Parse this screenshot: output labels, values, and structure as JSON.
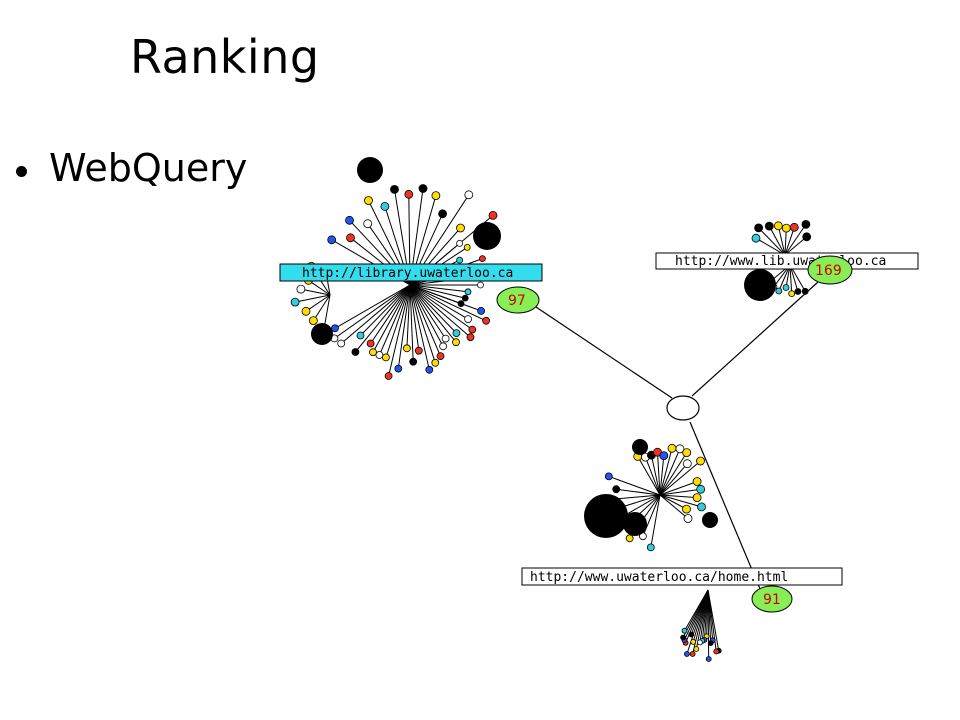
{
  "slide": {
    "title": "Ranking",
    "bullets": [
      {
        "text": "WebQuery"
      }
    ]
  },
  "graph": {
    "clusters": [
      {
        "url": "http://library.uwaterloo.ca",
        "count": "97",
        "label_bg": "#33ddee"
      },
      {
        "url": "http://www.lib.uwaterloo.ca",
        "count": "169",
        "label_bg": "#ffffff"
      },
      {
        "url": "http://www.uwaterloo.ca/home.html",
        "count": "91",
        "label_bg": "#ffffff"
      }
    ],
    "count_bubble_color": "#88ee55",
    "hub_color": "#ffffff",
    "node_colors": [
      "#000000",
      "#ee3322",
      "#ffdd00",
      "#2255ee",
      "#33ccdd",
      "#ffffff"
    ]
  }
}
